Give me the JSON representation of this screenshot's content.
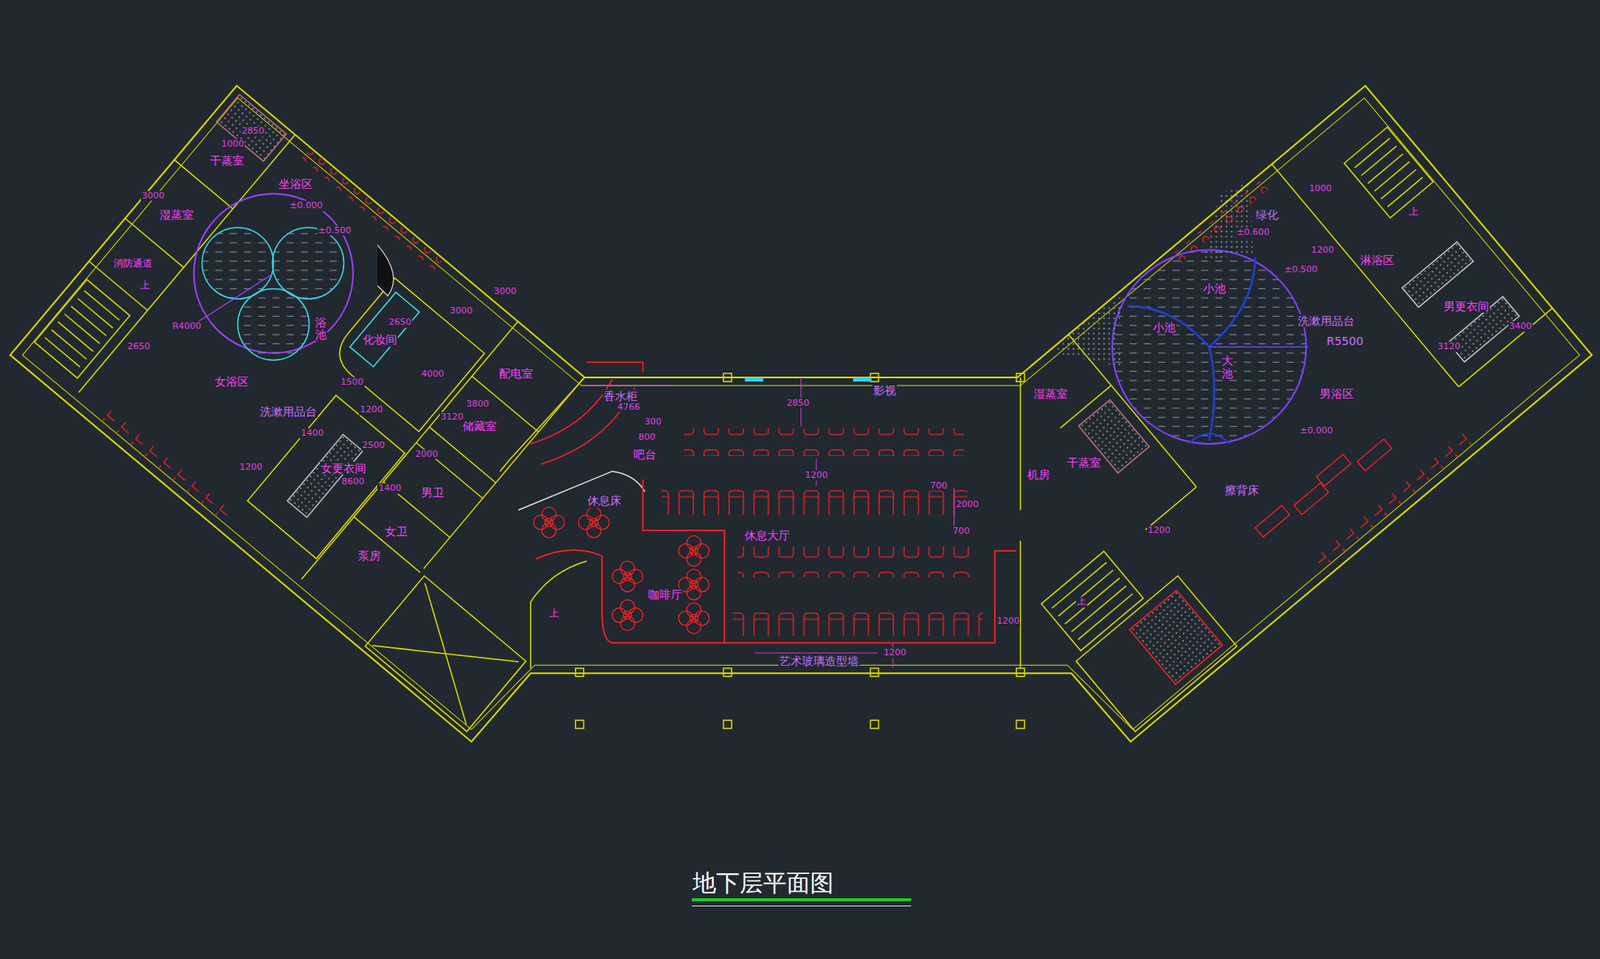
{
  "diagram": {
    "title": "地下层平面图",
    "labels": [
      "干蒸室",
      "2850",
      "1000",
      "坐浴区",
      "3000",
      "湿蒸室",
      "±0.000",
      "±0.500",
      "消防通道",
      "上",
      "R4000",
      "浴池",
      "2650",
      "女浴区",
      "洗漱用品台",
      "化妆间",
      "2650",
      "3000",
      "3000",
      "配电室",
      "4000",
      "储藏室",
      "3120",
      "3800",
      "1500",
      "1200",
      "1400",
      "2500",
      "女更衣间",
      "2000",
      "1200",
      "8600",
      "1400",
      "男卫",
      "女卫",
      "泵房",
      "香水柜",
      "4766",
      "300",
      "800",
      "吧台",
      "影视",
      "2850",
      "1200",
      "700",
      "2000",
      "700",
      "休息床",
      "休息大厅",
      "咖啡厅",
      "上",
      "1200",
      "1200",
      "艺术玻璃造型墙",
      "绿化",
      "±0.600",
      "1000",
      "上",
      "±0.500",
      "1200",
      "淋浴区",
      "小池",
      "男更衣间",
      "洗漱用品台",
      "小池",
      "3400",
      "R5500",
      "3120",
      "大池",
      "湿蒸室",
      "男浴区",
      "±0.000",
      "干蒸室",
      "机房",
      "擦背床",
      "1200",
      "上"
    ]
  }
}
